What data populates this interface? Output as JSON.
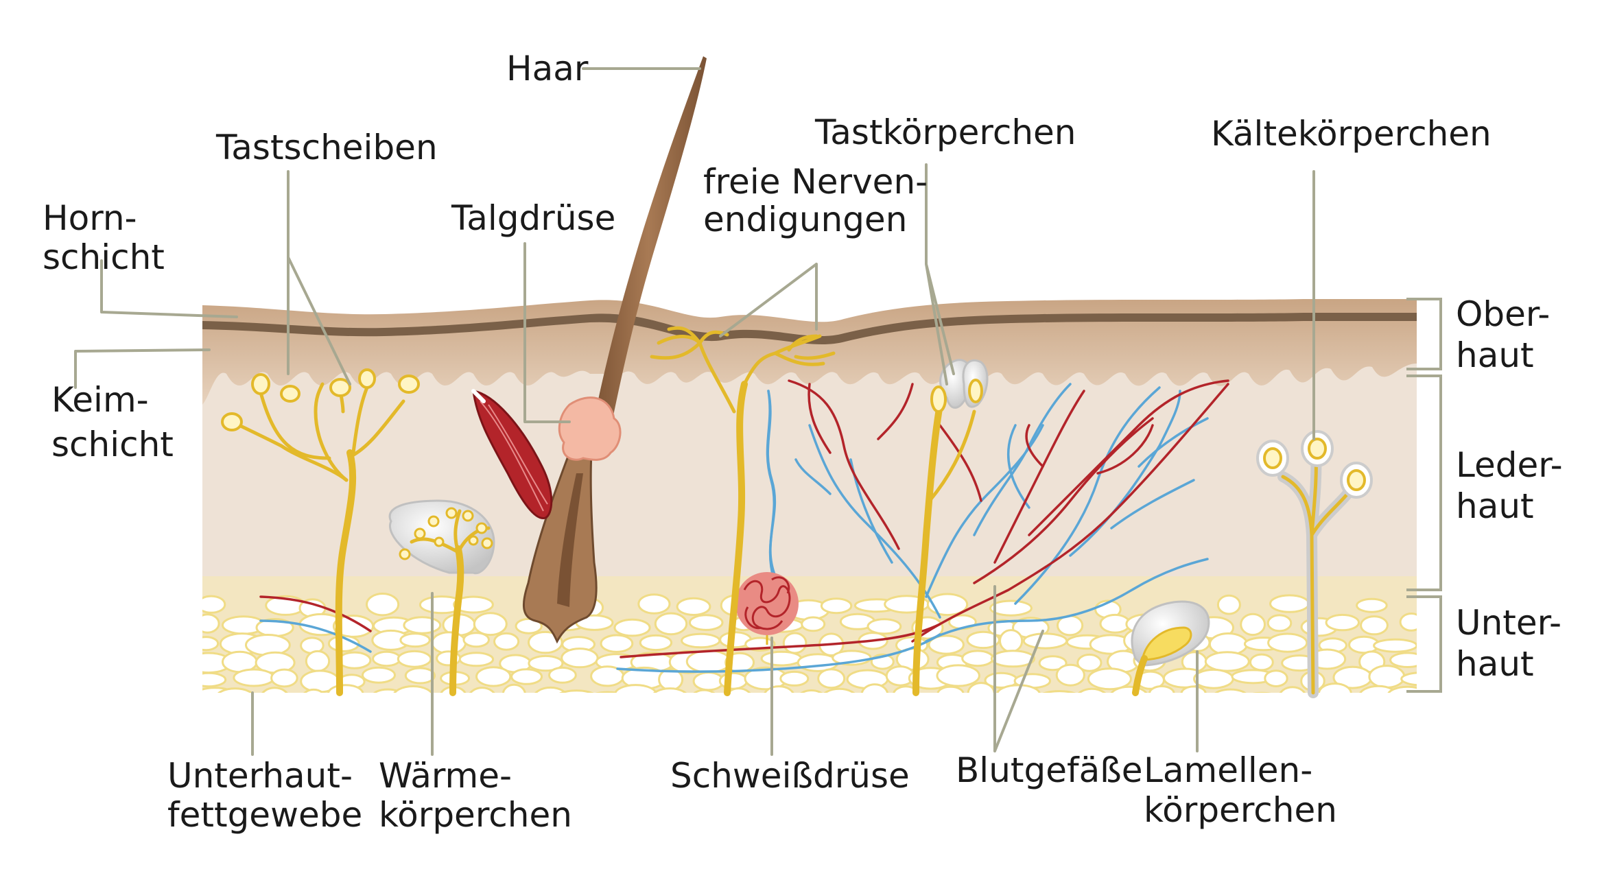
{
  "labels": {
    "haar": "Haar",
    "tastscheiben": "Tastscheiben",
    "hornschicht_1": "Horn-",
    "hornschicht_2": "schicht",
    "talgdruese": "Talgdrüse",
    "freie_nerven_1": "freie Nerven-",
    "freie_nerven_2": "endigungen",
    "tastkoerperchen": "Tastkörperchen",
    "kaeltekoerperchen": "Kältekörperchen",
    "keimschicht_1": "Keim-",
    "keimschicht_2": "schicht",
    "oberhaut_1": "Ober-",
    "oberhaut_2": "haut",
    "lederhaut_1": "Leder-",
    "lederhaut_2": "haut",
    "unterhaut_1": "Unter-",
    "unterhaut_2": "haut",
    "unterhautfett_1": "Unterhaut-",
    "unterhautfett_2": "fettgewebe",
    "waerme_1": "Wärme-",
    "waerme_2": "körperchen",
    "schweissdruese": "Schweißdrüse",
    "blutgefaesse": "Blutgefäße",
    "lamellen_1": "Lamellen-",
    "lamellen_2": "körperchen"
  },
  "colors": {
    "epidermis": "#c9a584",
    "horn_layer": "#7a6048",
    "dermis": "#eee2d6",
    "fat_cells": "#ffffff",
    "fat_outline": "#f0dc86",
    "nerve": "#e3b92a",
    "artery": "#b3242a",
    "vein": "#5aa6d6",
    "hair": "#9c6e4c",
    "leader_line": "#a7a891"
  }
}
